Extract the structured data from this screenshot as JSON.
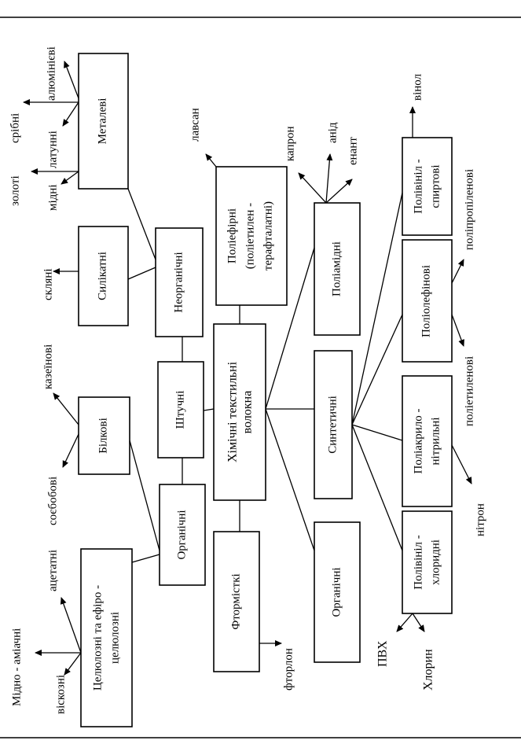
{
  "nodes": {
    "root": "Хімічні текстильні",
    "root2": "волокна",
    "shtuchni": "Штучні",
    "syntetychni": "Синтетичні",
    "ftormistki": "Фтормісткі",
    "org_syn": "Органічні",
    "poliefirni_1": "Поліефірні",
    "poliefirni_2": "(поліетилен -",
    "poliefirni_3": "терафталатні)",
    "org_sht": "Органічні",
    "neorg": "Неорганічні",
    "tselulozni_1": "Целюлозні та ефіро -",
    "tselulozni_2": "целюлозні",
    "bilkovi": "Білкові",
    "sylikatni": "Силікатні",
    "metalevi": "Металеві",
    "poliamidni": "Поліамідні",
    "pvkh_1": "Полівініл -",
    "pvkh_2": "хлоридні",
    "pan_1": "Поліакрило -",
    "pan_2": "нітрильні",
    "poliolef": "Поліолефінові",
    "pvs_1": "Полівініл -",
    "pvs_2": "спиртові"
  },
  "leaves": {
    "viskozni": "віскозні",
    "midno": "Мідно - аміачні",
    "atsetatni": "ацетатні",
    "soievi": "соєбобові",
    "kazeinovi": "казеїнові",
    "skliani": "скляні",
    "zoloti": "золоті",
    "midni": "мідні",
    "latunni": "латунні",
    "sribni": "срібні",
    "aliuminii": "алюмінієві",
    "lavsan": "лавсан",
    "ftorlon": "фторлон",
    "kapron": "капрон",
    "anid": "анід",
    "enant": "енант",
    "pvkh": "ПВХ",
    "khlorin": "Хлорин",
    "nitron": "нітрон",
    "polietylen": "поліетиленові",
    "polipropilen": "поліпропіленові",
    "vinol": "вінол"
  }
}
